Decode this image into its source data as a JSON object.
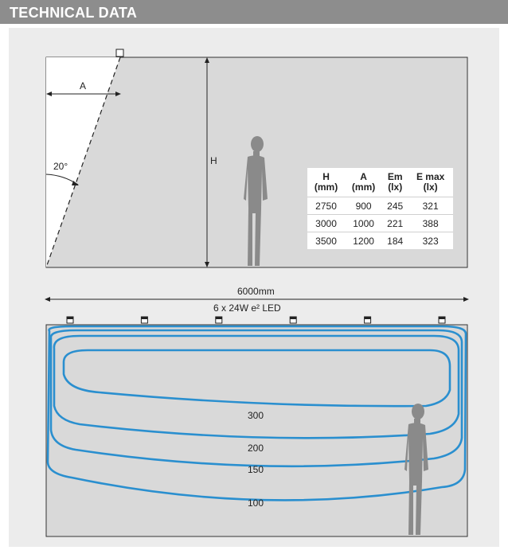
{
  "header": {
    "title": "TECHNICAL DATA"
  },
  "diagram_top": {
    "label_a": "A",
    "label_h": "H",
    "label_angle": "20°"
  },
  "table": {
    "headers": [
      {
        "line1": "H",
        "line2": "(mm)"
      },
      {
        "line1": "A",
        "line2": "(mm)"
      },
      {
        "line1": "Em",
        "line2": "(lx)"
      },
      {
        "line1": "E max",
        "line2": "(lx)"
      }
    ],
    "rows": [
      [
        "2750",
        "900",
        "245",
        "321"
      ],
      [
        "3000",
        "1000",
        "221",
        "388"
      ],
      [
        "3500",
        "1200",
        "184",
        "323"
      ]
    ]
  },
  "diagram_bottom": {
    "width_label": "6000mm",
    "fixture_label": "6 x 24W e² LED",
    "contours": [
      "300",
      "200",
      "150",
      "100"
    ],
    "line_color": "#2a8fcf",
    "fixture_count": 6
  }
}
